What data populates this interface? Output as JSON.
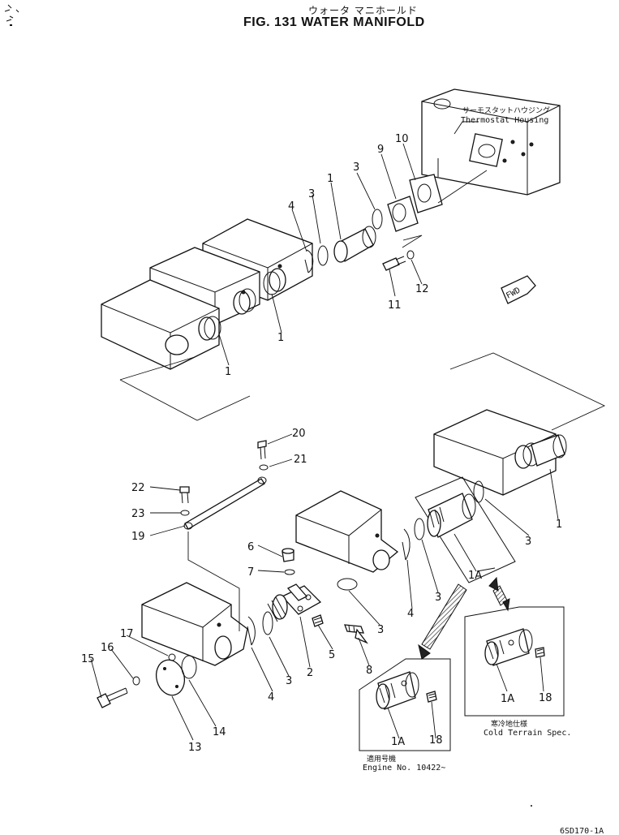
{
  "header": {
    "title_jp": "ウォータ マニホールド",
    "title_en": "FIG. 131  WATER MANIFOLD"
  },
  "notes": {
    "thermostat_housing_jp": "サーモスタットハウジング",
    "thermostat_housing_en": "Thermostat Housing",
    "fwd": "FWD",
    "cold_terrain_jp": "寒冷地仕様",
    "cold_terrain_en": "Cold Terrain Spec.",
    "serial_jp": "適用号機",
    "serial_en": "Engine No. 10422~",
    "drawing_code": "6SD170-1A"
  },
  "callouts": [
    "1",
    "1",
    "1",
    "1",
    "1A",
    "1A",
    "1A",
    "2",
    "3",
    "3",
    "3",
    "3",
    "3",
    "3",
    "4",
    "4",
    "4",
    "5",
    "6",
    "7",
    "8",
    "9",
    "10",
    "11",
    "12",
    "13",
    "14",
    "15",
    "16",
    "17",
    "18",
    "18",
    "19",
    "20",
    "21",
    "22",
    "23"
  ]
}
